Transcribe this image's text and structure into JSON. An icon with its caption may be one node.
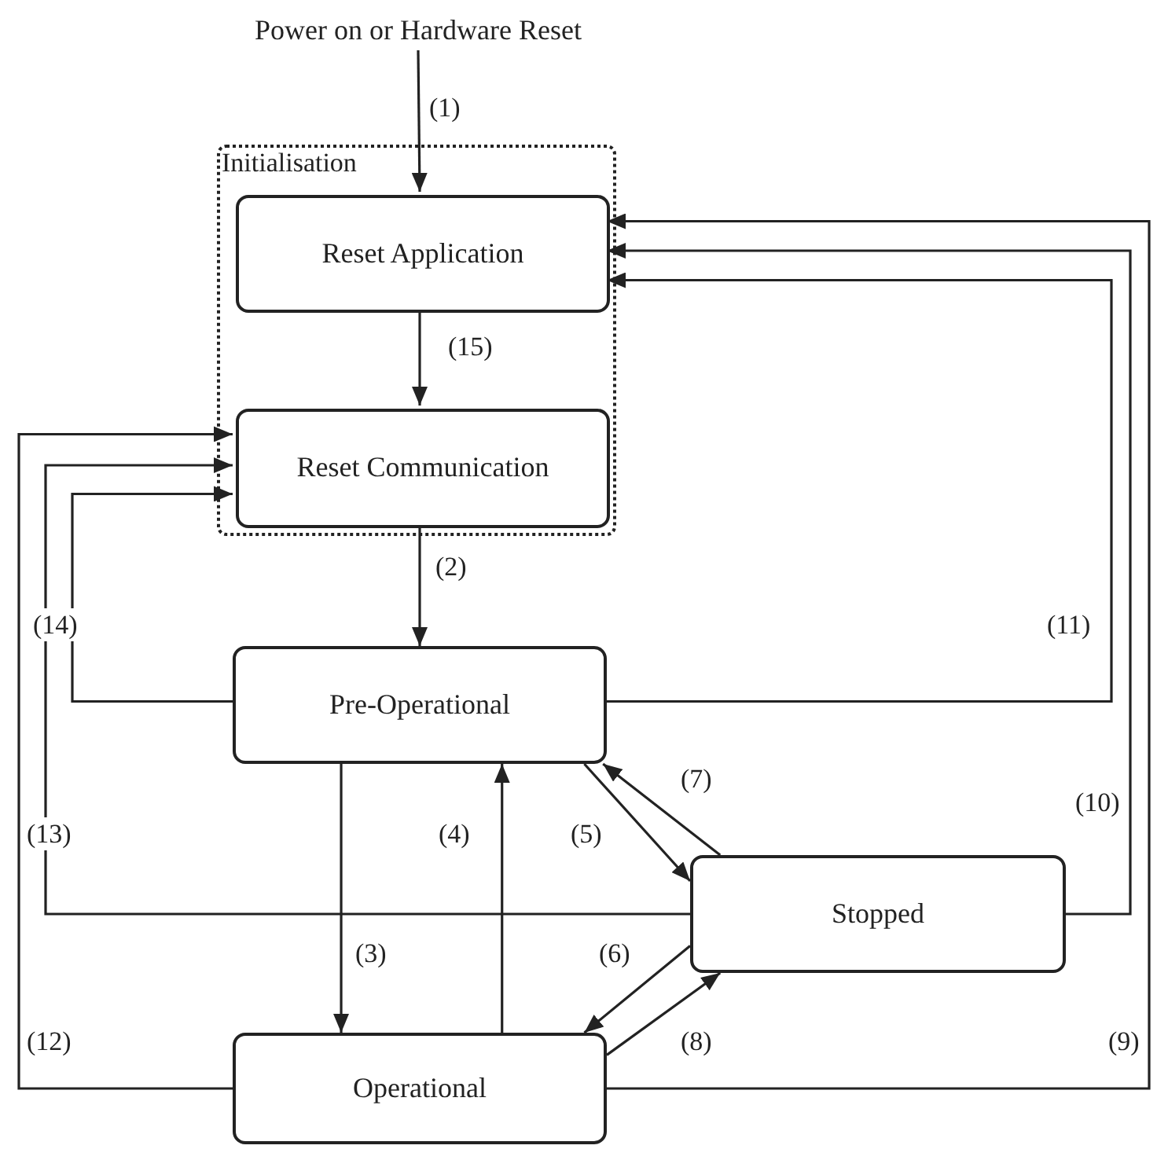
{
  "diagram": {
    "nodes": [
      {
        "text": [
          "Power on or Hardware Reset"
        ]
      },
      {
        "text": [
          "Initialisation"
        ]
      },
      {
        "text": [
          "Reset Application"
        ],
        "in": 1
      },
      {
        "text": [
          "Reset Communication"
        ],
        "in": 1
      },
      {
        "text": [
          "Pre-Operational"
        ]
      },
      {
        "text": [
          "Stopped"
        ]
      },
      {
        "text": [
          "Operational"
        ]
      }
    ],
    "edges": [
      {
        "from": 0,
        "to": 2,
        "arrow": "to",
        "label": "(1)"
      },
      {
        "from": 3,
        "to": 4,
        "arrow": "to",
        "label": "(2)"
      },
      {
        "from": 4,
        "to": 6,
        "arrow": "to",
        "label": "(3)"
      },
      {
        "from": 6,
        "to": 4,
        "arrow": "to",
        "label": "(4)"
      },
      {
        "from": 4,
        "to": 5,
        "arrow": "to",
        "label": "(5)"
      },
      {
        "from": 5,
        "to": 6,
        "arrow": "to",
        "label": "(6)"
      },
      {
        "from": 5,
        "to": 4,
        "arrow": "to",
        "label": "(7)"
      },
      {
        "from": 6,
        "to": 5,
        "arrow": "to",
        "label": "(8)"
      },
      {
        "from": 6,
        "to": 2,
        "arrow": "to",
        "label": "(9)"
      },
      {
        "from": 5,
        "to": 2,
        "arrow": "to",
        "label": "(10)"
      },
      {
        "from": 4,
        "to": 2,
        "arrow": "to",
        "label": "(11)"
      },
      {
        "from": 6,
        "to": 3,
        "arrow": "to",
        "label": "(12)"
      },
      {
        "from": 5,
        "to": 3,
        "arrow": "to",
        "label": "(13)"
      },
      {
        "from": 4,
        "to": 3,
        "arrow": "to",
        "label": "(14)"
      },
      {
        "from": 2,
        "to": 3,
        "arrow": "to",
        "label": "(15)"
      }
    ]
  }
}
